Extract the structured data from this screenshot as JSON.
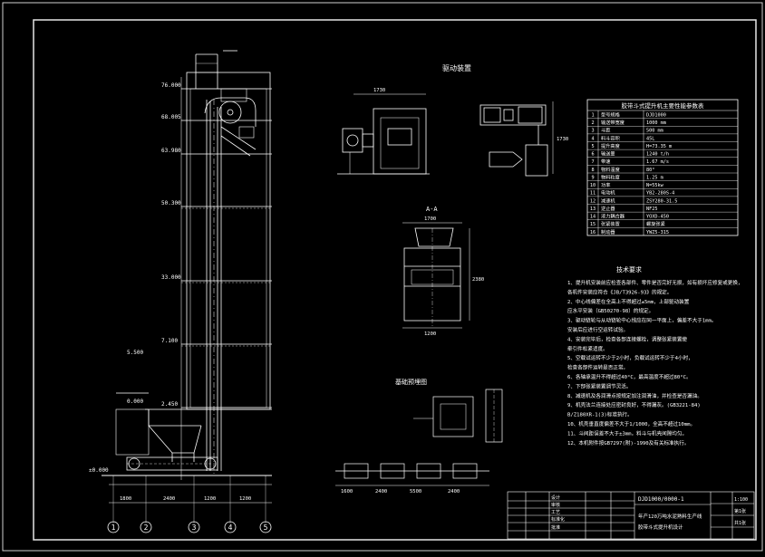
{
  "drawing": {
    "colors": {
      "background": "#000000",
      "line": "#ffffff",
      "border": "#e6e6e6",
      "text": "#ffffff",
      "hatch": "#bdbdbd"
    },
    "view_labels": {
      "drive_view": "驱动装置",
      "section": "A-A",
      "foundation": "基础预埋图"
    },
    "main_elevations": [
      "76.000",
      "68.005",
      "63.980",
      "50.300",
      "33.000",
      "7.100",
      "2.450",
      "±0.000"
    ],
    "main_side_labels": [
      "5.500",
      "0.000"
    ],
    "bottom_dims": [
      "1800",
      "2400",
      "1200",
      "1200"
    ],
    "drive_dims": {
      "width": "1730",
      "height": "1730"
    },
    "section_dims": {
      "top": "1700",
      "bottom": "1200",
      "right": "2380"
    },
    "foundation_dims": [
      "1600",
      "2400",
      "5500",
      "2400"
    ],
    "axis_labels": [
      "1",
      "2",
      "3",
      "4",
      "5"
    ],
    "spec_table": {
      "title": "胶带斗式提升机主要性能参数表",
      "rows": [
        [
          "1",
          "型号规格",
          "DJD1000"
        ],
        [
          "2",
          "输送带宽度",
          "1000 mm"
        ],
        [
          "3",
          "斗距",
          "500 mm"
        ],
        [
          "4",
          "料斗容积",
          "45L"
        ],
        [
          "5",
          "提升高度",
          "H=73.35 m"
        ],
        [
          "6",
          "输送量",
          "1240 t/h"
        ],
        [
          "7",
          "带速",
          "1.67 m/s"
        ],
        [
          "8",
          "物料温度",
          "80°"
        ],
        [
          "9",
          "物料粒度",
          "1.25 m"
        ],
        [
          "10",
          "功率",
          "N=55kw"
        ],
        [
          "11",
          "电动机",
          "YB2-280S-4"
        ],
        [
          "12",
          "减速机",
          "ZSY280-31.5"
        ],
        [
          "13",
          "逆止器",
          "NF25"
        ],
        [
          "14",
          "液力耦合器",
          "YOXD-450"
        ],
        [
          "15",
          "张紧装置",
          "螺旋张紧"
        ],
        [
          "16",
          "制动器",
          "YWZ5-315"
        ]
      ]
    },
    "notes": {
      "title": "技术要求",
      "items": [
        "1、提升机安装前应检查各部件、零件是否完好无损，如有损坏应修复或更换，",
        "   各机件安装应符合《JB/T3926-93》的规定。",
        "2、中心线偏差在全高上不得超过±5mm，上部驱动装置",
        "   应水平安装（GB50270-98）的规定。",
        "3、驱动链轮与从动链轮中心线应在同一平面上，偏差不大于1mm。",
        "   安装后应进行空运转试验。",
        "4、安装完毕后，检查各部连接螺栓，调整张紧装置使",
        "   牵引件松紧适度。",
        "5、空载试运转不少于2小时，负载试运转不少于4小时，",
        "   检查各部件运转是否正常。",
        "6、各轴承温升不得超过40°C，最高温度不超过80°C。",
        "7、下部张紧装置调节灵活。",
        "8、减速机及各润滑点按规定加注润滑油，并检查是否漏油。",
        "9、机壳法兰连接处应密封良好，不得漏灰。(GB3221-84)",
        "   B/Z180XR-1(3)标准执行。",
        "10、机壳垂直度偏差不大于1/1000，全高不超过10mm。",
        "11、斗间距误差不大于±3mm，料斗与机壳间隙均匀。",
        "12、本机附件按GB7297(附)-1990及有关标准执行。"
      ]
    },
    "title_block": {
      "drawing_no": "DJD1000/0000-1",
      "name_line1": "年产120万吨水泥熟料生产线",
      "name_line2": "胶带斗式提升机设计",
      "scale": "1:100",
      "sheet": "第1张",
      "total": "共1张",
      "material": "",
      "sign_rows": [
        "设计",
        "审核",
        "工艺",
        "标准化",
        "批准"
      ]
    }
  }
}
